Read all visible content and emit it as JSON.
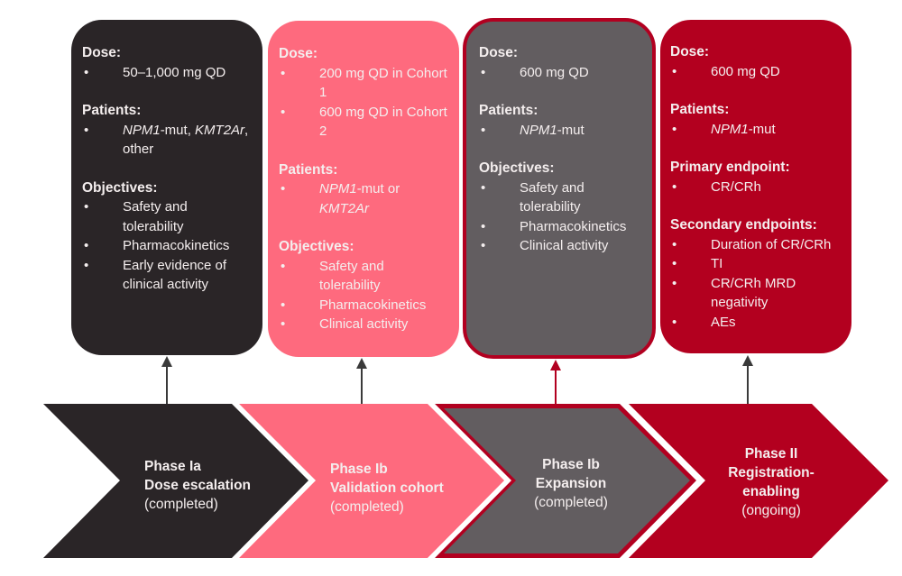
{
  "colors": {
    "phase_ia": "#2a2527",
    "phase_ib_validation": "#fe6a7e",
    "phase_ib_expansion": "#625d60",
    "phase_ii": "#b3001f",
    "highlight_border": "#b20020",
    "arrow_default": "#3a3a3a",
    "arrow_highlight": "#b20020"
  },
  "boxes": [
    {
      "sections": [
        {
          "heading": "Dose:",
          "items": [
            "50–1,000 mg QD"
          ]
        },
        {
          "heading": "Patients:",
          "items": [
            "NPM1-mut, KMT2Ar, other"
          ]
        },
        {
          "heading": "Objectives:",
          "items": [
            "Safety and tolerability",
            "Pharmacokinetics",
            "Early evidence of clinical activity"
          ]
        }
      ]
    },
    {
      "sections": [
        {
          "heading": "Dose:",
          "items": [
            "200 mg QD in Cohort 1",
            "600 mg QD in Cohort 2"
          ]
        },
        {
          "heading": "Patients:",
          "items": [
            "NPM1-mut or KMT2Ar"
          ]
        },
        {
          "heading": "Objectives:",
          "items": [
            "Safety and tolerability",
            "Pharmacokinetics",
            "Clinical activity"
          ]
        }
      ]
    },
    {
      "sections": [
        {
          "heading": "Dose:",
          "items": [
            "600 mg QD"
          ]
        },
        {
          "heading": "Patients:",
          "items": [
            "NPM1-mut"
          ]
        },
        {
          "heading": "Objectives:",
          "items": [
            "Safety and tolerability",
            "Pharmacokinetics",
            "Clinical activity"
          ]
        }
      ]
    },
    {
      "sections": [
        {
          "heading": "Dose:",
          "items": [
            "600 mg QD"
          ]
        },
        {
          "heading": "Patients:",
          "items": [
            "NPM1-mut"
          ]
        },
        {
          "heading": "Primary endpoint:",
          "items": [
            "CR/CRh"
          ]
        },
        {
          "heading": "Secondary endpoints:",
          "items": [
            "Duration of CR/CRh",
            "TI",
            "CR/CRh MRD negativity",
            "AEs"
          ]
        }
      ]
    }
  ],
  "phases": [
    {
      "title": "Phase Ia",
      "subtitle": "Dose escalation",
      "status": "(completed)"
    },
    {
      "title": "Phase Ib",
      "subtitle": "Validation cohort",
      "status": "(completed)"
    },
    {
      "title": "Phase Ib",
      "subtitle": "Expansion",
      "status": "(completed)"
    },
    {
      "title": "Phase II",
      "subtitle": "Registration-",
      "subtitle2": "enabling",
      "status": "(ongoing)"
    }
  ]
}
